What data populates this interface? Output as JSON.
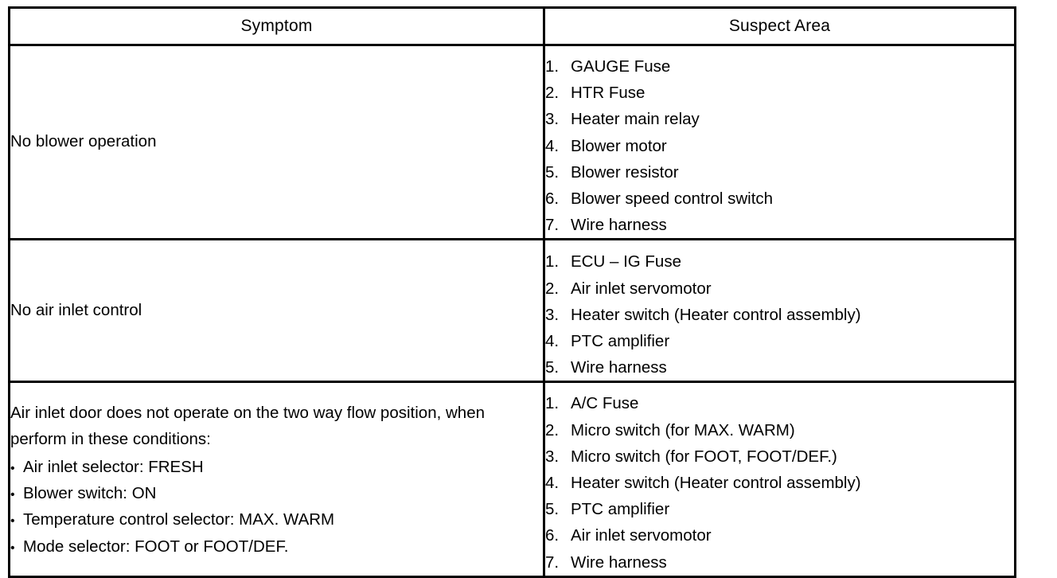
{
  "table": {
    "columns": [
      {
        "key": "symptom",
        "header": "Symptom"
      },
      {
        "key": "suspect_area",
        "header": "Suspect Area"
      }
    ],
    "rows": [
      {
        "symptom": "No blower operation",
        "symptom_type": "simple",
        "suspect_area": [
          {
            "num": "1.",
            "text": "GAUGE Fuse"
          },
          {
            "num": "2.",
            "text": "HTR Fuse"
          },
          {
            "num": "3.",
            "text": "Heater main relay"
          },
          {
            "num": "4.",
            "text": "Blower motor"
          },
          {
            "num": "5.",
            "text": "Blower resistor"
          },
          {
            "num": "6.",
            "text": "Blower speed control switch"
          },
          {
            "num": "7.",
            "text": "Wire harness"
          }
        ]
      },
      {
        "symptom": "No air inlet control",
        "symptom_type": "simple",
        "suspect_area": [
          {
            "num": "1.",
            "text": "ECU – IG Fuse"
          },
          {
            "num": "2.",
            "text": "Air inlet servomotor"
          },
          {
            "num": "3.",
            "text": "Heater switch (Heater control assembly)"
          },
          {
            "num": "4.",
            "text": "PTC amplifier"
          },
          {
            "num": "5.",
            "text": "Wire harness"
          }
        ]
      },
      {
        "symptom_type": "block",
        "symptom_paragraph": "Air inlet door does not operate on the two way flow position, when perform in these conditions:",
        "symptom_bullet": "•",
        "symptom_conditions": [
          "Air inlet selector: FRESH",
          "Blower switch: ON",
          "Temperature control selector: MAX. WARM",
          "Mode selector: FOOT or FOOT/DEF."
        ],
        "suspect_area": [
          {
            "num": "1.",
            "text": "A/C Fuse"
          },
          {
            "num": "2.",
            "text": "Micro switch (for MAX. WARM)"
          },
          {
            "num": "3.",
            "text": "Micro switch (for FOOT, FOOT/DEF.)"
          },
          {
            "num": "4.",
            "text": "Heater switch (Heater control assembly)"
          },
          {
            "num": "5.",
            "text": "PTC amplifier"
          },
          {
            "num": "6.",
            "text": "Air inlet servomotor"
          },
          {
            "num": "7.",
            "text": "Wire harness"
          }
        ]
      }
    ]
  },
  "style": {
    "border_color": "#000000",
    "text_color": "#000000",
    "background": "#ffffff"
  }
}
